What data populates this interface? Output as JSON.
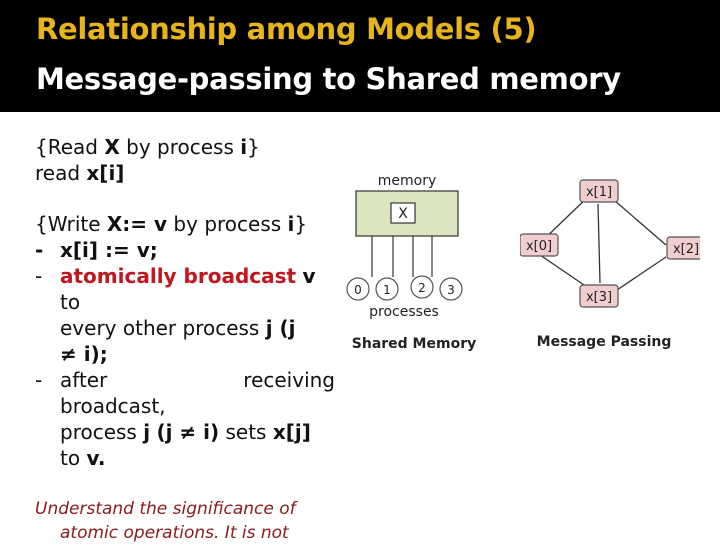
{
  "title_line1": "Relationship among Models (5)",
  "title_line2": "Message-passing to Shared memory",
  "read_block": {
    "l1_pre": "{Read ",
    "l1_var": "X",
    "l1_mid": " by process ",
    "l1_proc": "i",
    "l1_post": "}",
    "l2_pre": "read ",
    "l2_var": "x[i]"
  },
  "write_block": {
    "l1_pre": "{Write ",
    "l1_assign": "X:= v",
    "l1_mid": " by process ",
    "l1_proc": "i",
    "l1_post": "}",
    "b1_dash": "-",
    "b1_text": "x[i] := v;",
    "b2_dash": "-",
    "b2_red": "atomically broadcast",
    "b2_var": "v",
    "b2_to": "to",
    "b2_l3_pre": "every other process ",
    "b2_l3_var": "j (j",
    "b2_l4": "≠ i);",
    "b3_dash": "-",
    "b3_w1": "after",
    "b3_w2": "receiving",
    "b3_l2": "broadcast,",
    "b3_l3_pre": "process ",
    "b3_l3_j": "j",
    "b3_l3_cond": "(j ≠ i)",
    "b3_l3_mid": " sets ",
    "b3_l3_var": "x[j]",
    "b3_l4_pre": "to ",
    "b3_l4_var": "v."
  },
  "note": {
    "line1": "Understand the significance of",
    "line2": "atomic operations. It is not"
  },
  "shared_memory": {
    "memory_label": "memory",
    "cell_label": "X",
    "processes": [
      "0",
      "1",
      "2",
      "3"
    ],
    "processes_label": "processes",
    "caption": "Shared Memory"
  },
  "message_passing": {
    "nodes": [
      "x[1]",
      "x[0]",
      "x[2]",
      "x[3]"
    ],
    "caption": "Message Passing"
  },
  "colors": {
    "header_bg": "#000000",
    "title1": "#e8b518",
    "title2": "#ffffff",
    "memory_fill": "#dbe6be",
    "node_fill": "#f1cdcd",
    "highlight": "#c0161e"
  }
}
